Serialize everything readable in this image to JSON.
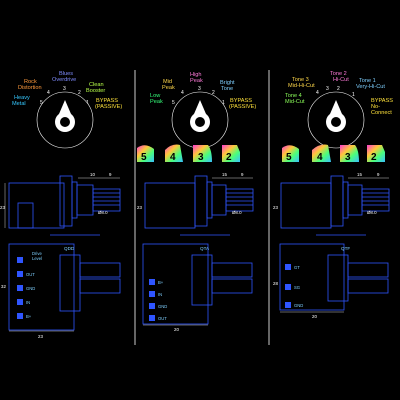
{
  "panels": [
    {
      "id": "qdd",
      "code": "QDD",
      "positions": [
        {
          "n": "5",
          "label": "Heavy\nMetal",
          "color": "#35c8ff"
        },
        {
          "n": "4",
          "label": "Rock\nDistortion",
          "color": "#ff9a3c"
        },
        {
          "n": "3",
          "label": "Blues\nOverdrive",
          "color": "#7f8cff"
        },
        {
          "n": "2",
          "label": "Clean\nBooster",
          "color": "#b8ff4a"
        },
        {
          "n": "1",
          "label": "BYPASS\n(PASSIVE)",
          "color": "#ffe23a"
        }
      ],
      "badges": [],
      "dims": {
        "top_a": "10",
        "top_b": "9",
        "height": "23",
        "hole": "Ø8.0",
        "bottom_h": "32",
        "bottom_w": "23"
      },
      "pins": [
        "Drive\nLevel",
        "OUT",
        "GND",
        "IN",
        "B+"
      ]
    },
    {
      "id": "qta",
      "code": "QTA",
      "positions": [
        {
          "n": "5",
          "label": "Low\nPeak",
          "color": "#35ff7a"
        },
        {
          "n": "4",
          "label": "Mid\nPeak",
          "color": "#ffd84a"
        },
        {
          "n": "3",
          "label": "High\nPeak",
          "color": "#ff7ad9"
        },
        {
          "n": "2",
          "label": "Bright\nTone",
          "color": "#7fd0ff"
        },
        {
          "n": "1",
          "label": "BYPASS\n(PASSIVE)",
          "color": "#ffe23a"
        }
      ],
      "badges": [
        "5",
        "4",
        "3",
        "2"
      ],
      "dims": {
        "top_a": "15",
        "top_b": "9",
        "height": "23",
        "hole": "Ø8.0",
        "bottom_h": "",
        "bottom_w": "20"
      },
      "pins": [
        "B+",
        "IN",
        "GND",
        "OUT"
      ]
    },
    {
      "id": "qtf",
      "code": "QTF",
      "positions": [
        {
          "n": "4",
          "label": "Tone 4\nMid-Cut",
          "color": "#8cff5a"
        },
        {
          "n": "3",
          "label": "Tone 3\nMid-Hi-Cut",
          "color": "#ffd84a"
        },
        {
          "n": "2",
          "label": "Tone 2\nHi-Cut",
          "color": "#ff7ad9"
        },
        {
          "n": "1",
          "label": "Tone 1\nVery-Hi-Cut",
          "color": "#7fd0ff"
        },
        {
          "n": "",
          "label": "BYPASS\nNo-\nConnect",
          "color": "#ffe23a"
        }
      ],
      "badges": [
        "5",
        "4",
        "3",
        "2"
      ],
      "dims": {
        "top_a": "15",
        "top_b": "9",
        "height": "23",
        "hole": "Ø8.0",
        "bottom_h": "28",
        "bottom_w": "20"
      },
      "pins": [
        "GT",
        "SG",
        "GND"
      ]
    }
  ],
  "colors": {
    "outline": "#2f55ff",
    "cyan": "#6fc8ff",
    "knob": "#ffffff",
    "badge_gradient": [
      "#ff3ad1",
      "#ffc83a",
      "#4aff7a",
      "#38c0ff"
    ]
  }
}
